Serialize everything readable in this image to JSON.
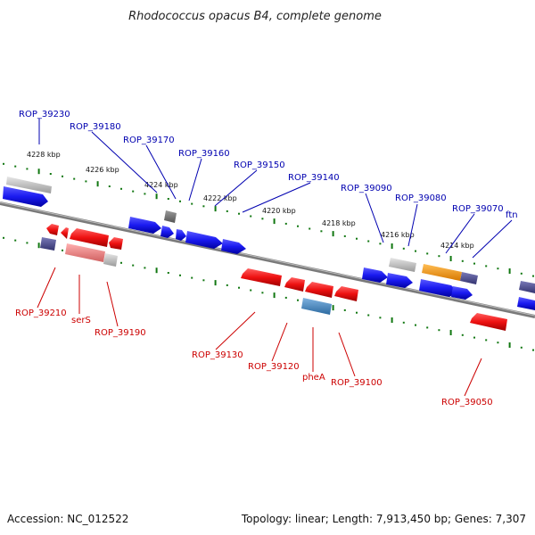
{
  "title": "Rhodococcus opacus B4, complete genome",
  "footer": {
    "accession": "Accession: NC_012522",
    "summary": "Topology: linear; Length: 7,913,450 bp; Genes: 7,307"
  },
  "ticks": [
    "4228 kbp",
    "4226 kbp",
    "4224 kbp",
    "4222 kbp",
    "4220 kbp",
    "4218 kbp",
    "4216 kbp",
    "4214 kbp"
  ],
  "colors": {
    "forward_gene": "#1a1af0",
    "reverse_gene": "#ee1111",
    "pseudo_gray": "#bdbdbd",
    "dark_gray": "#6e6e6e",
    "slate": "#4a4a8a",
    "orange": "#ff9900",
    "light_red": "#f08a8a",
    "steel_blue": "#4a86c0",
    "tick_green": "#117711",
    "backbone": "#808080"
  },
  "genes_top": [
    "ROP_39230",
    "ROP_39180",
    "ROP_39170",
    "ROP_39160",
    "ROP_39150",
    "ROP_39140",
    "ROP_39090",
    "ROP_39080",
    "ROP_39070",
    "ftn"
  ],
  "genes_bottom": [
    "ROP_39210",
    "serS",
    "ROP_39190",
    "ROP_39130",
    "ROP_39120",
    "pheA",
    "ROP_39100",
    "ROP_39050"
  ]
}
